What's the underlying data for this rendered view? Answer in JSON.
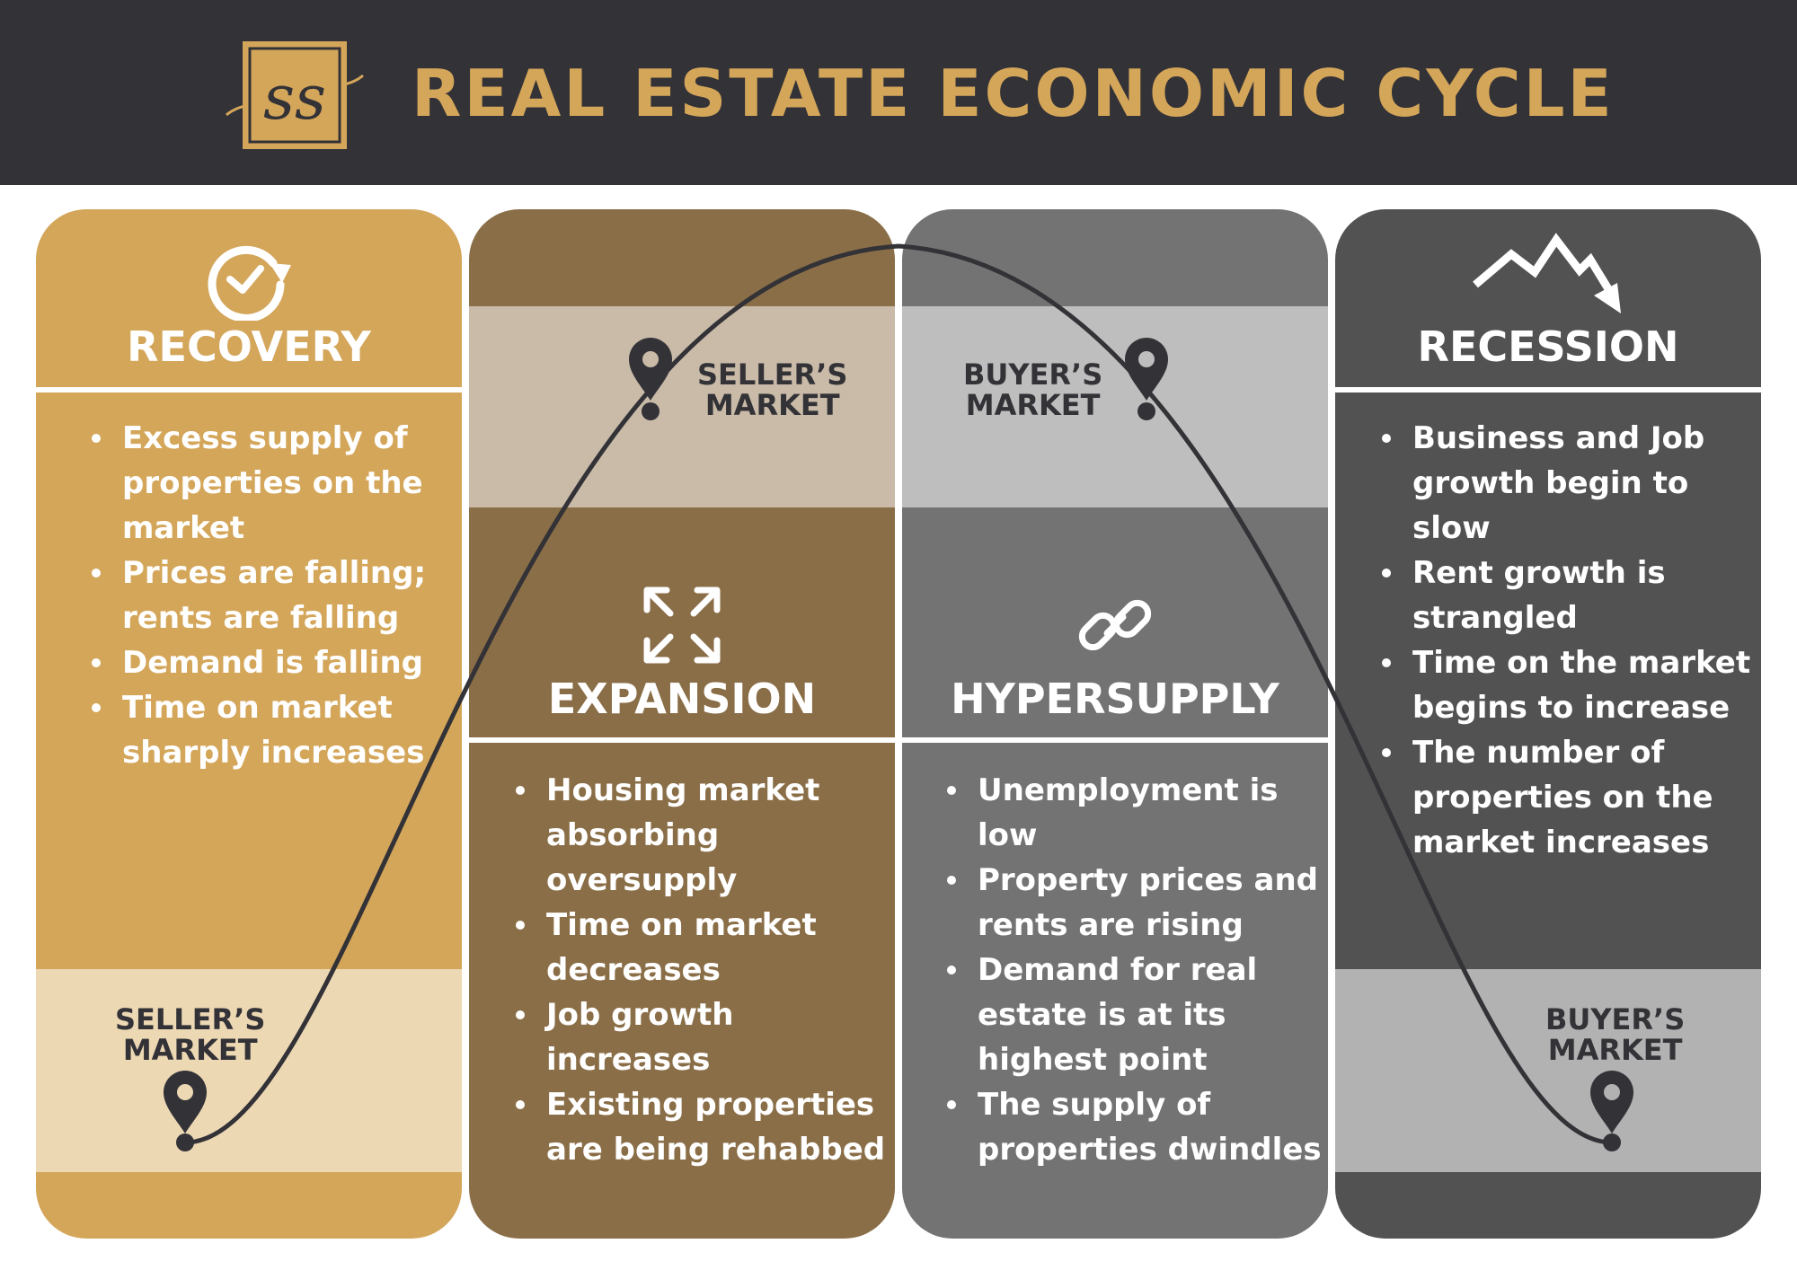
{
  "header": {
    "title": "REAL ESTATE ECONOMIC CYCLE",
    "logo_text": "ss"
  },
  "colors": {
    "header_bg": "#333237",
    "accent_gold": "#d4a65a",
    "recovery": "#d4a65a",
    "expansion": "#8a6e47",
    "hypersupply": "#737373",
    "recession": "#525252",
    "curve": "#333237"
  },
  "phases": [
    {
      "title": "RECOVERY",
      "icon": "refresh-check-icon",
      "bullets": [
        "Excess supply of properties on the market",
        "Prices are falling; rents are falling",
        "Demand is falling",
        "Time on market sharply increases"
      ]
    },
    {
      "title": "EXPANSION",
      "icon": "expand-arrows-icon",
      "bullets": [
        "Housing market absorbing oversupply",
        "Time on market decreases",
        "Job growth increases",
        "Existing properties are being rehabbed"
      ]
    },
    {
      "title": "HYPERSUPPLY",
      "icon": "chain-link-icon",
      "bullets": [
        "Unemployment is low",
        "Property prices and rents are rising",
        "Demand for real estate is at its highest point",
        "The supply of properties dwindles"
      ]
    },
    {
      "title": "RECESSION",
      "icon": "trend-down-icon",
      "bullets": [
        "Business and Job growth begin to slow",
        "Rent growth is strangled",
        "Time on the market begins to increase",
        "The number of properties on the market increases"
      ]
    }
  ],
  "markers": [
    {
      "line1": "SELLER’S",
      "line2": "MARKET"
    },
    {
      "line1": "SELLER’S",
      "line2": "MARKET"
    },
    {
      "line1": "BUYER’S",
      "line2": "MARKET"
    },
    {
      "line1": "BUYER’S",
      "line2": "MARKET"
    }
  ]
}
